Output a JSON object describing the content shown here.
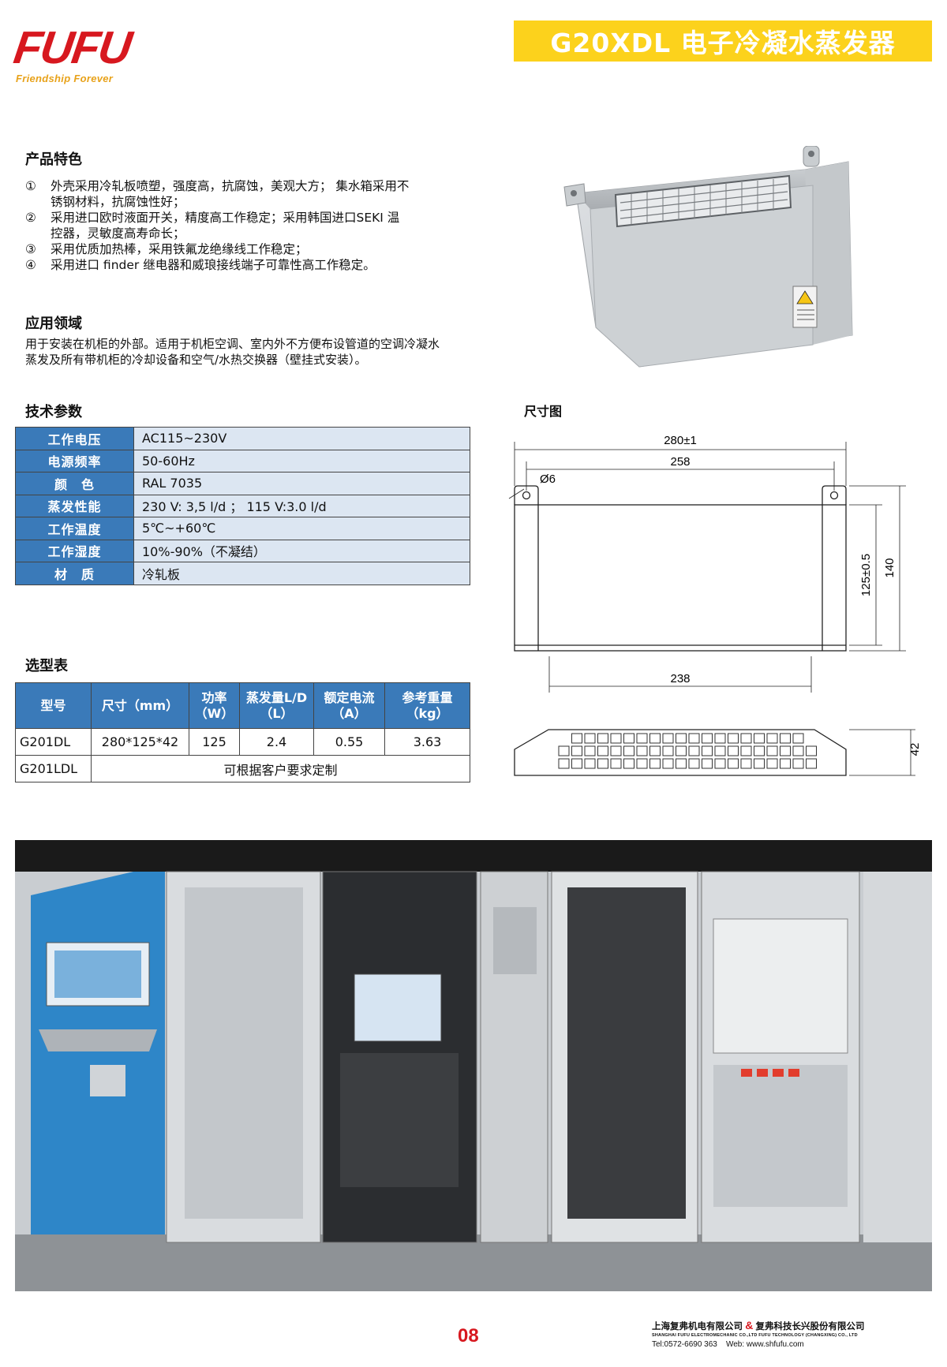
{
  "header": {
    "brand": "FUFU",
    "tagline": "Friendship Forever",
    "title": "G20XDL  电子冷凝水蒸发器",
    "brand_color": "#d7181f",
    "title_bar_color": "#fcd21c"
  },
  "features": {
    "heading": "产品特色",
    "items": [
      {
        "num": "①",
        "line1": "外壳采用冷轧板喷塑，强度高，抗腐蚀，美观大方； 集水箱采用不",
        "line2": "锈钢材料，抗腐蚀性好；"
      },
      {
        "num": "②",
        "line1": "采用进口欧时液面开关，精度高工作稳定；采用韩国进口SEKI 温",
        "line2": "控器，灵敏度高寿命长；"
      },
      {
        "num": "③",
        "line1": "采用优质加热棒，采用铁氟龙绝缘线工作稳定；",
        "line2": ""
      },
      {
        "num": "④",
        "line1": "采用进口 finder 继电器和威琅接线端子可靠性高工作稳定。",
        "line2": ""
      }
    ]
  },
  "application": {
    "heading": "应用领域",
    "line1": "用于安装在机柜的外部。适用于机柜空调、室内外不方便布设管道的空调冷凝水",
    "line2": "蒸发及所有带机柜的冷却设备和空气/水热交换器（壁挂式安装）。"
  },
  "specs": {
    "heading": "技术参数",
    "rows": [
      {
        "k": "工作电压",
        "v": "AC115~230V"
      },
      {
        "k": "电源频率",
        "v": "50-60Hz"
      },
      {
        "k": "颜　色",
        "v": "RAL 7035"
      },
      {
        "k": "蒸发性能",
        "v": "230 V: 3,5 l/d  ；  115 V:3.0 l/d"
      },
      {
        "k": "工作温度",
        "v": "5℃~+60℃"
      },
      {
        "k": "工作湿度",
        "v": "10%-90%（不凝结）"
      },
      {
        "k": "材　质",
        "v": "冷轧板"
      }
    ]
  },
  "selection": {
    "heading": "选型表",
    "headers": [
      {
        "l1": "型号",
        "l2": ""
      },
      {
        "l1": "尺寸（mm）",
        "l2": ""
      },
      {
        "l1": "功率",
        "l2": "（W）"
      },
      {
        "l1": "蒸发量L/D",
        "l2": "（L）"
      },
      {
        "l1": "额定电流",
        "l2": "（A）"
      },
      {
        "l1": "参考重量",
        "l2": "（kg）"
      }
    ],
    "row1": [
      "G201DL",
      "280*125*42",
      "125",
      "2.4",
      "0.55",
      "3.63"
    ],
    "row2": {
      "model": "G201LDL",
      "note": "可根据客户要求定制"
    }
  },
  "dimension": {
    "heading": "尺寸图",
    "overall_width": "280±1",
    "hole_pitch": "258",
    "hole_dia": "Ø6",
    "bottom_width": "238",
    "inner_height": "125±0.5",
    "total_height": "140",
    "depth": "42"
  },
  "footer": {
    "page": "08",
    "company_cn_1": "上海复弗机电有限公司",
    "amp": "&",
    "company_cn_2": "复弗科技长兴股份有限公司",
    "company_en": "SHANGHAI FUFU ELECTROMECHANIC CO.,LTD    FUFU TECHNOLOGY (CHANGXING) CO., LTD",
    "tel": "Tel:0572-6690 363",
    "web": "Web: www.shfufu.com"
  }
}
